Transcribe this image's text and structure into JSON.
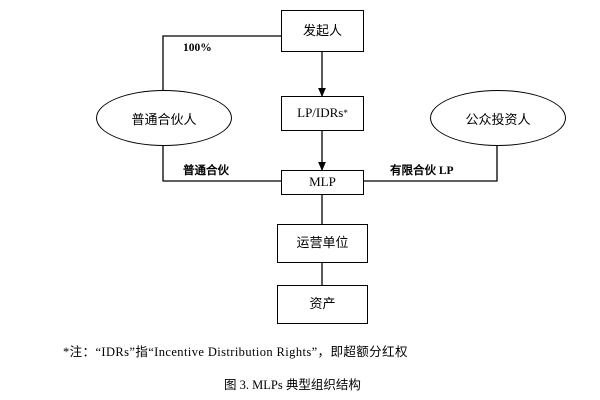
{
  "figure": {
    "nodes": [
      {
        "id": "sponsor",
        "label": "发起人",
        "shape": "box"
      },
      {
        "id": "lp_idrs",
        "label": "LP/IDRs",
        "shape": "box",
        "superscript": "*"
      },
      {
        "id": "gp",
        "label": "普通合伙人",
        "shape": "ellipse"
      },
      {
        "id": "public",
        "label": "公众投资人",
        "shape": "ellipse"
      },
      {
        "id": "mlp",
        "label": "MLP",
        "shape": "box"
      },
      {
        "id": "opunit",
        "label": "运营单位",
        "shape": "box"
      },
      {
        "id": "assets",
        "label": "资产",
        "shape": "box"
      }
    ],
    "edge_labels": [
      {
        "id": "pct",
        "text": "100%"
      },
      {
        "id": "gp_stake",
        "text": "普通合伙"
      },
      {
        "id": "lp_stake",
        "text": "有限合伙 LP"
      }
    ],
    "footnote": "*注：“IDRs”指“Incentive Distribution Rights”，即超额分红权",
    "caption": "图 3.  MLPs 典型组织结构",
    "colors": {
      "stroke": "#000000",
      "background": "#ffffff",
      "text": "#000000"
    }
  }
}
